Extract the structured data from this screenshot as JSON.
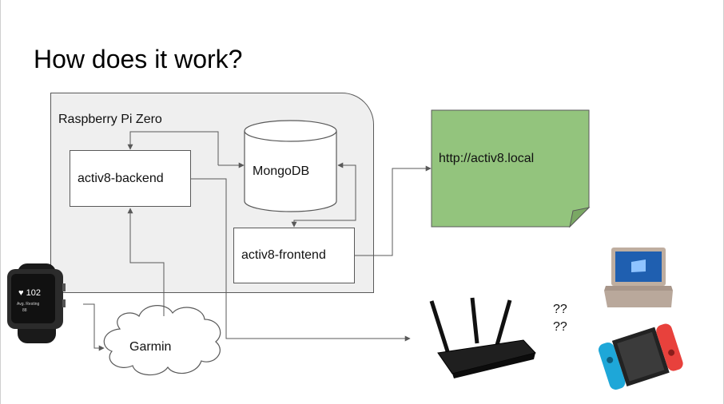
{
  "slide": {
    "title": "How does it work?"
  },
  "diagram": {
    "group_label": "Raspberry Pi Zero",
    "backend": "activ8-backend",
    "database": "MongoDB",
    "frontend": "activ8-frontend",
    "web_note": "http://activ8.local",
    "cloud": "Garmin",
    "unknown_1": "??",
    "unknown_2": "??"
  },
  "images": {
    "watch": "garmin-watch",
    "router": "wifi-router",
    "laptop": "laptop",
    "console": "nintendo-switch"
  },
  "colors": {
    "group_fill": "#efefef",
    "note_fill": "#93c47d",
    "stroke": "#595959"
  }
}
